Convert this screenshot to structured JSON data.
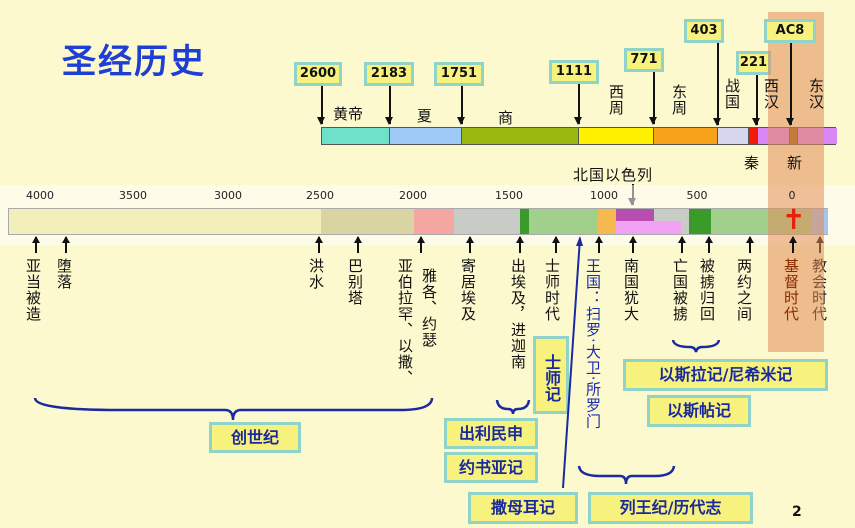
{
  "title": "圣经历史",
  "top_years": [
    "2600",
    "2183",
    "1751",
    "1111",
    "771",
    "403",
    "221",
    "AC8"
  ],
  "dynasties": {
    "huangdi": "黄帝",
    "xia": "夏",
    "shang": "商",
    "xizhou": "西周",
    "dongzhou": "东周",
    "zhanguo": "战国",
    "xihan": "西汉",
    "donghan": "东汉",
    "qin": "秦",
    "xin": "新"
  },
  "north_israel": "北国以色列",
  "axis_ticks": [
    "4000",
    "3500",
    "3000",
    "2500",
    "2000",
    "1500",
    "1000",
    "500",
    "0"
  ],
  "events": [
    "亚当被造",
    "堕落",
    "洪水",
    "巴别塔",
    "亚伯拉罕、以撒、",
    "雅各、约瑟",
    "寄居埃及",
    "出埃及，进迦南",
    "士师时代",
    "王国：扫罗·大卫·所罗门",
    "南国犹大",
    "亡国被掳",
    "被掳归回",
    "两约之间",
    "基督时代",
    "教会时代"
  ],
  "books": {
    "genesis": "创世纪",
    "pentateuch": "出利民申",
    "joshua": "约书亚记",
    "judges": "士师记",
    "samuel": "撒母耳记",
    "kings": "列王纪/历代志",
    "ezra": "以斯拉记/尼希米记",
    "esther": "以斯帖记"
  },
  "page_number": "2",
  "colors": {
    "title": "#1e3fd6",
    "highlight_band": "#e6a070",
    "box_fill": "#f7f27e",
    "box_border": "#8fd3c9"
  }
}
